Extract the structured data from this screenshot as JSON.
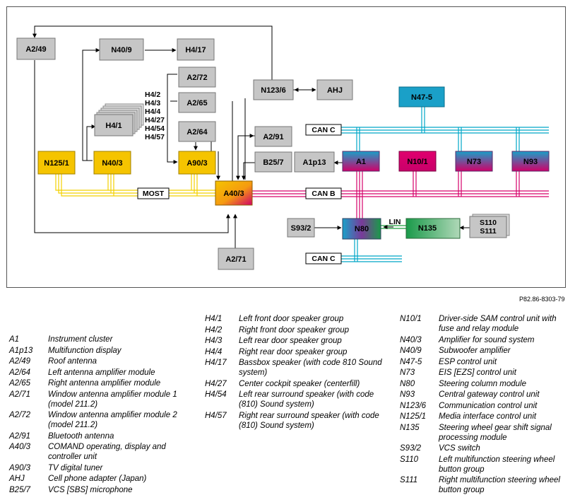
{
  "diagram": {
    "reference_code": "P82.86-8303-79",
    "modules": {
      "A2_49": "A2/49",
      "N40_9": "N40/9",
      "H4_17": "H4/17",
      "A2_72": "A2/72",
      "A2_65": "A2/65",
      "A2_64": "A2/64",
      "H4_1": "H4/1",
      "N125_1": "N125/1",
      "N40_3": "N40/3",
      "A90_3": "A90/3",
      "N123_6": "N123/6",
      "AHJ": "AHJ",
      "A2_91": "A2/91",
      "B25_7": "B25/7",
      "A1p13": "A1p13",
      "A40_3": "A40/3",
      "A1": "A1",
      "N10_1": "N10/1",
      "N73": "N73",
      "N93": "N93",
      "N47_5": "N47-5",
      "S93_2": "S93/2",
      "N80": "N80",
      "N135": "N135",
      "S110": "S110",
      "S111": "S111",
      "A2_71": "A2/71"
    },
    "speaker_group_labels": [
      "H4/2",
      "H4/3",
      "H4/4",
      "H4/27",
      "H4/54",
      "H4/57"
    ],
    "bus_labels": {
      "most": "MOST",
      "can_b": "CAN B",
      "can_c_top": "CAN C",
      "can_c_bottom": "CAN C",
      "lin": "LIN"
    },
    "colors": {
      "yellow_module": "#f5c400",
      "gray_module": "#c6c6c6",
      "most_bus": "#f2d000",
      "can_b_bus": "#d6006a",
      "can_c_bus": "#00a6c8",
      "lin_bus": "#1a9a3a"
    }
  },
  "legend": {
    "col1": [
      {
        "code": "A1",
        "desc": "Instrument cluster"
      },
      {
        "code": "A1p13",
        "desc": "Multifunction display"
      },
      {
        "code": "A2/49",
        "desc": "Roof antenna"
      },
      {
        "code": "A2/64",
        "desc": "Left antenna amplifier module"
      },
      {
        "code": "A2/65",
        "desc": "Right antenna amplifier module"
      },
      {
        "code": "A2/71",
        "desc": "Window antenna amplifier module 1 (model 211.2)"
      },
      {
        "code": "A2/72",
        "desc": "Window antenna amplifier module 2 (model 211.2)"
      },
      {
        "code": "A2/91",
        "desc": "Bluetooth antenna"
      },
      {
        "code": "A40/3",
        "desc": "COMAND operating, display and controller unit"
      },
      {
        "code": "A90/3",
        "desc": "TV digital tuner"
      },
      {
        "code": "AHJ",
        "desc": "Cell phone adapter (Japan)"
      },
      {
        "code": "B25/7",
        "desc": "VCS [SBS] microphone"
      }
    ],
    "col2": [
      {
        "code": "H4/1",
        "desc": "Left front door speaker group"
      },
      {
        "code": "H4/2",
        "desc": "Right front door speaker group"
      },
      {
        "code": "H4/3",
        "desc": "Left rear door speaker group"
      },
      {
        "code": "H4/4",
        "desc": "Right rear door speaker group"
      },
      {
        "code": "H4/17",
        "desc": "Bassbox speaker (with code 810 Sound system)"
      },
      {
        "code": "H4/27",
        "desc": "Center cockpit speaker (centerfill)"
      },
      {
        "code": "H4/54",
        "desc": "Left rear surround speaker (with code (810) Sound system)"
      },
      {
        "code": "H4/57",
        "desc": "Right rear surround speaker (with code (810) Sound system)"
      }
    ],
    "col3": [
      {
        "code": "N10/1",
        "desc": "Driver-side SAM control unit with fuse and relay module"
      },
      {
        "code": "N40/3",
        "desc": "Amplifier for sound system"
      },
      {
        "code": "N40/9",
        "desc": "Subwoofer amplifier"
      },
      {
        "code": "N47-5",
        "desc": "ESP control unit"
      },
      {
        "code": "N73",
        "desc": "EIS [EZS] control unit"
      },
      {
        "code": "N80",
        "desc": "Steering column module"
      },
      {
        "code": "N93",
        "desc": "Central gateway control unit"
      },
      {
        "code": "N123/6",
        "desc": "Communication control unit"
      },
      {
        "code": "N125/1",
        "desc": "Media interface control unit"
      },
      {
        "code": "N135",
        "desc": "Steering wheel gear shift signal processing module"
      },
      {
        "code": "S93/2",
        "desc": "VCS switch"
      },
      {
        "code": "S110",
        "desc": "Left multifunction steering wheel button group"
      },
      {
        "code": "S111",
        "desc": "Right multifunction steering wheel button group"
      }
    ]
  }
}
